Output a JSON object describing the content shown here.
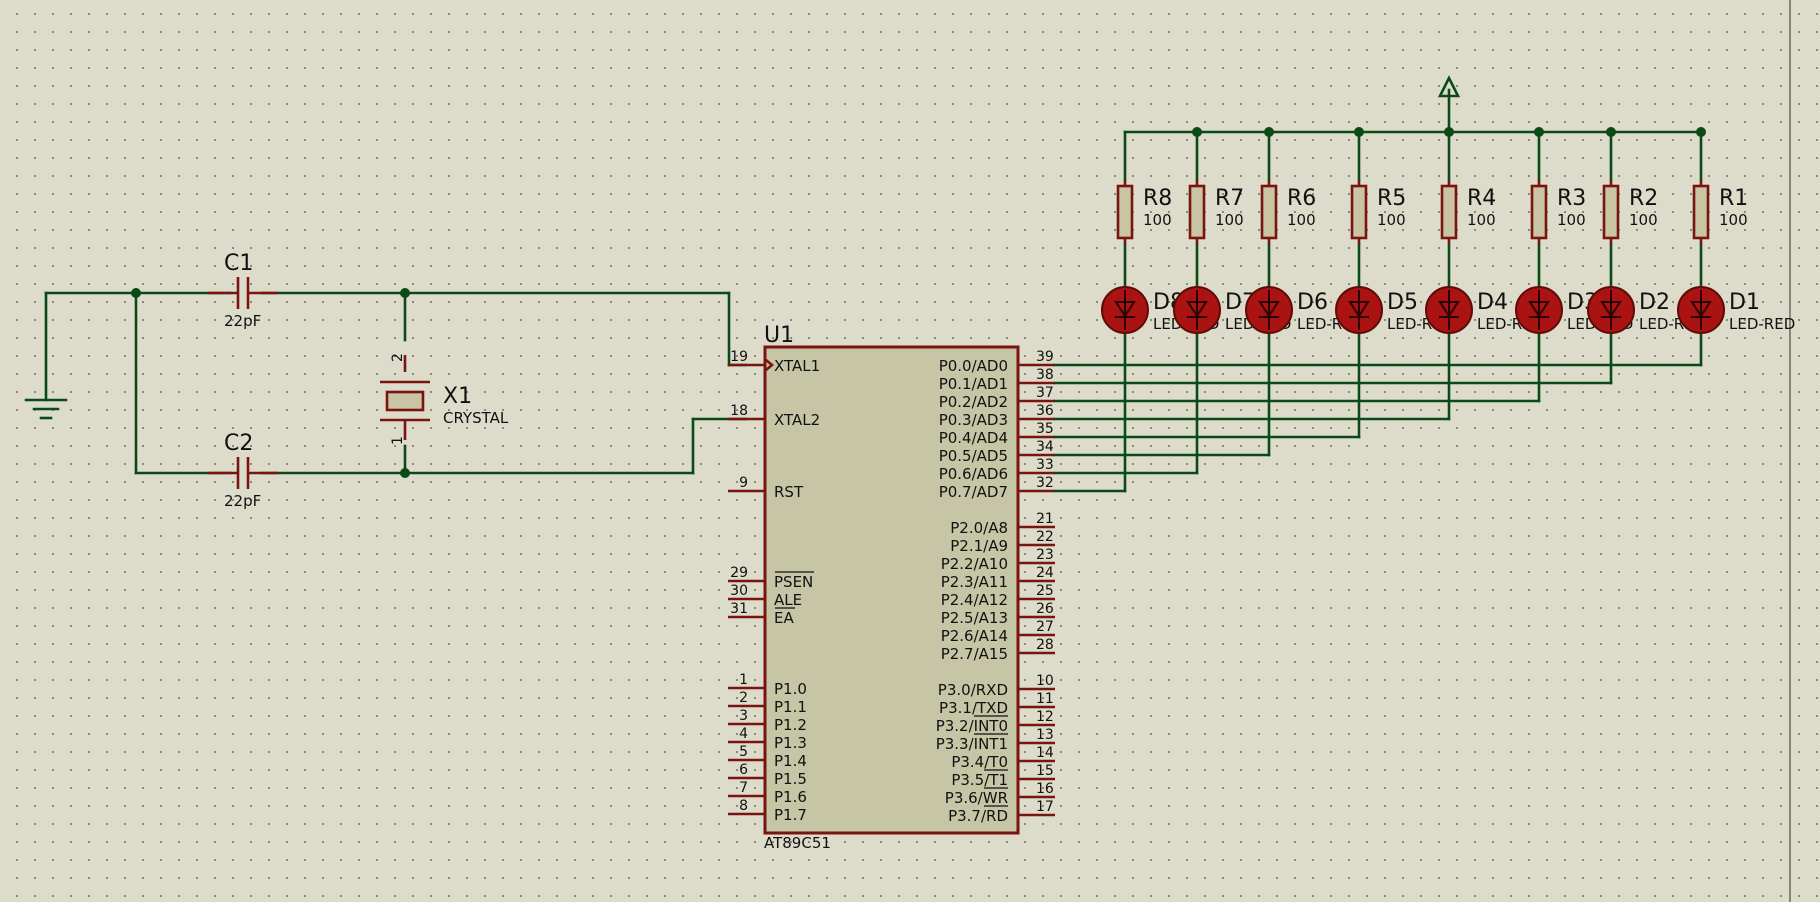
{
  "colors": {
    "wire": "#0b4a16",
    "component": "#7a1410",
    "chip_fill": "#c6c5a6",
    "led_fill": "#ab1212",
    "background": "#dddccb"
  },
  "capacitors": [
    {
      "ref": "C1",
      "value": "22pF"
    },
    {
      "ref": "C2",
      "value": "22pF"
    }
  ],
  "crystal": {
    "ref": "X1",
    "value": "CRYSTAL",
    "pin_top": "2",
    "pin_bottom": "1"
  },
  "ground_icon": "ground-symbol",
  "power_icon": "power-arrow",
  "mcu": {
    "ref": "U1",
    "part": "AT89C51",
    "left_pins": [
      {
        "num": "19",
        "name": "XTAL1"
      },
      {
        "num": "18",
        "name": "XTAL2"
      },
      {
        "num": "9",
        "name": "RST"
      },
      {
        "num": "29",
        "name": "PSEN"
      },
      {
        "num": "30",
        "name": "ALE"
      },
      {
        "num": "31",
        "name": "EA"
      },
      {
        "num": "1",
        "name": "P1.0"
      },
      {
        "num": "2",
        "name": "P1.1"
      },
      {
        "num": "3",
        "name": "P1.2"
      },
      {
        "num": "4",
        "name": "P1.3"
      },
      {
        "num": "5",
        "name": "P1.4"
      },
      {
        "num": "6",
        "name": "P1.5"
      },
      {
        "num": "7",
        "name": "P1.6"
      },
      {
        "num": "8",
        "name": "P1.7"
      }
    ],
    "right_pins": [
      {
        "num": "39",
        "name": "P0.0/AD0"
      },
      {
        "num": "38",
        "name": "P0.1/AD1"
      },
      {
        "num": "37",
        "name": "P0.2/AD2"
      },
      {
        "num": "36",
        "name": "P0.3/AD3"
      },
      {
        "num": "35",
        "name": "P0.4/AD4"
      },
      {
        "num": "34",
        "name": "P0.5/AD5"
      },
      {
        "num": "33",
        "name": "P0.6/AD6"
      },
      {
        "num": "32",
        "name": "P0.7/AD7"
      },
      {
        "num": "21",
        "name": "P2.0/A8"
      },
      {
        "num": "22",
        "name": "P2.1/A9"
      },
      {
        "num": "23",
        "name": "P2.2/A10"
      },
      {
        "num": "24",
        "name": "P2.3/A11"
      },
      {
        "num": "25",
        "name": "P2.4/A12"
      },
      {
        "num": "26",
        "name": "P2.5/A13"
      },
      {
        "num": "27",
        "name": "P2.6/A14"
      },
      {
        "num": "28",
        "name": "P2.7/A15"
      },
      {
        "num": "10",
        "name": "P3.0/RXD"
      },
      {
        "num": "11",
        "name": "P3.1/TXD"
      },
      {
        "num": "12",
        "name": "P3.2/INT0"
      },
      {
        "num": "13",
        "name": "P3.3/INT1"
      },
      {
        "num": "14",
        "name": "P3.4/T0"
      },
      {
        "num": "15",
        "name": "P3.5/T1"
      },
      {
        "num": "16",
        "name": "P3.6/WR"
      },
      {
        "num": "17",
        "name": "P3.7/RD"
      }
    ]
  },
  "resistors": [
    {
      "ref": "R8",
      "value": "100"
    },
    {
      "ref": "R7",
      "value": "100"
    },
    {
      "ref": "R6",
      "value": "100"
    },
    {
      "ref": "R5",
      "value": "100"
    },
    {
      "ref": "R4",
      "value": "100"
    },
    {
      "ref": "R3",
      "value": "100"
    },
    {
      "ref": "R2",
      "value": "100"
    },
    {
      "ref": "R1",
      "value": "100"
    }
  ],
  "leds": [
    {
      "ref": "D8",
      "value": "LED-RED"
    },
    {
      "ref": "D7",
      "value": "LED-RED"
    },
    {
      "ref": "D6",
      "value": "LED-RED"
    },
    {
      "ref": "D5",
      "value": "LED-RED"
    },
    {
      "ref": "D4",
      "value": "LED-RED"
    },
    {
      "ref": "D3",
      "value": "LED-RED"
    },
    {
      "ref": "D2",
      "value": "LED-RED"
    },
    {
      "ref": "D1",
      "value": "LED-RED"
    }
  ]
}
